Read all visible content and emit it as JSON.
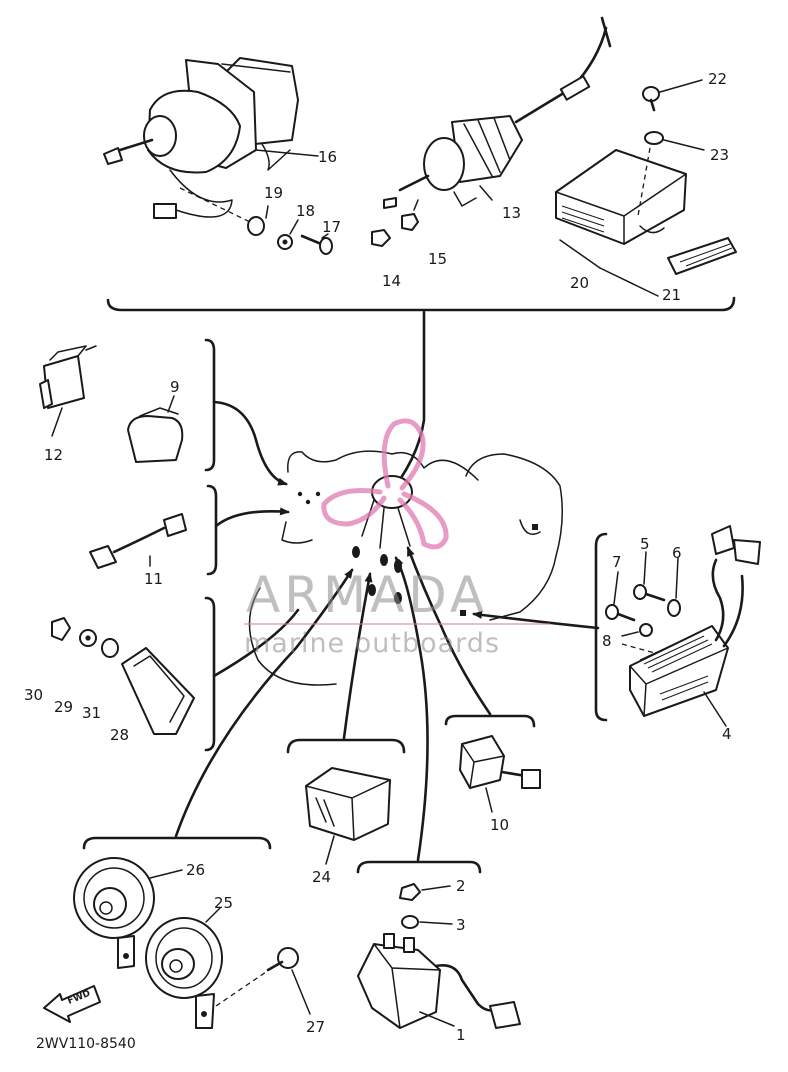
{
  "diagram": {
    "drawing_code": "2WV110-8540",
    "fwd_label": "FWD",
    "watermark": {
      "brand": "ARMADA",
      "tagline": "marine outboards",
      "pink": "#e07ab0",
      "gray": "#8a8a8a"
    },
    "callouts": [
      "1",
      "2",
      "3",
      "4",
      "5",
      "6",
      "7",
      "8",
      "9",
      "10",
      "11",
      "12",
      "13",
      "14",
      "15",
      "16",
      "17",
      "18",
      "19",
      "20",
      "21",
      "22",
      "23",
      "24",
      "25",
      "26",
      "27",
      "28",
      "29",
      "30",
      "31"
    ]
  }
}
